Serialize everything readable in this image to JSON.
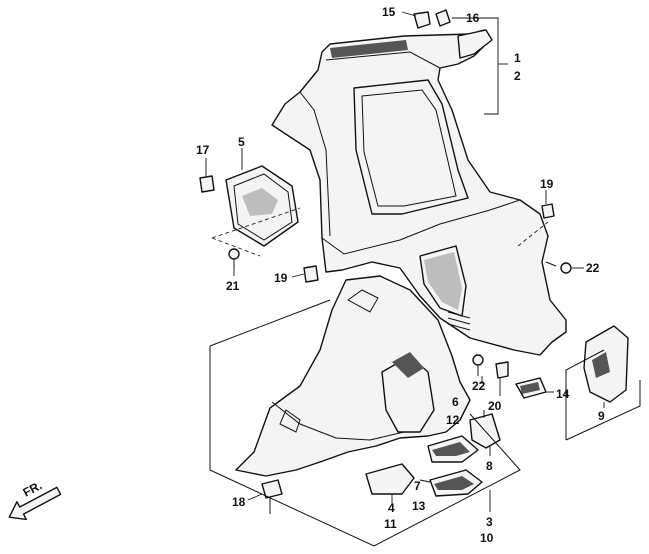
{
  "callouts": {
    "c15": "15",
    "c16": "16",
    "c1": "1",
    "c2": "2",
    "c17": "17",
    "c5": "5",
    "c19a": "19",
    "c19b": "19",
    "c22a": "22",
    "c22b": "22",
    "c21": "21",
    "c20": "20",
    "c14": "14",
    "c9": "9",
    "c6": "6",
    "c12": "12",
    "c8": "8",
    "c7": "7",
    "c13": "13",
    "c4": "4",
    "c11": "11",
    "c3": "3",
    "c10": "10",
    "c18": "18"
  },
  "direction": {
    "label": "FR."
  }
}
